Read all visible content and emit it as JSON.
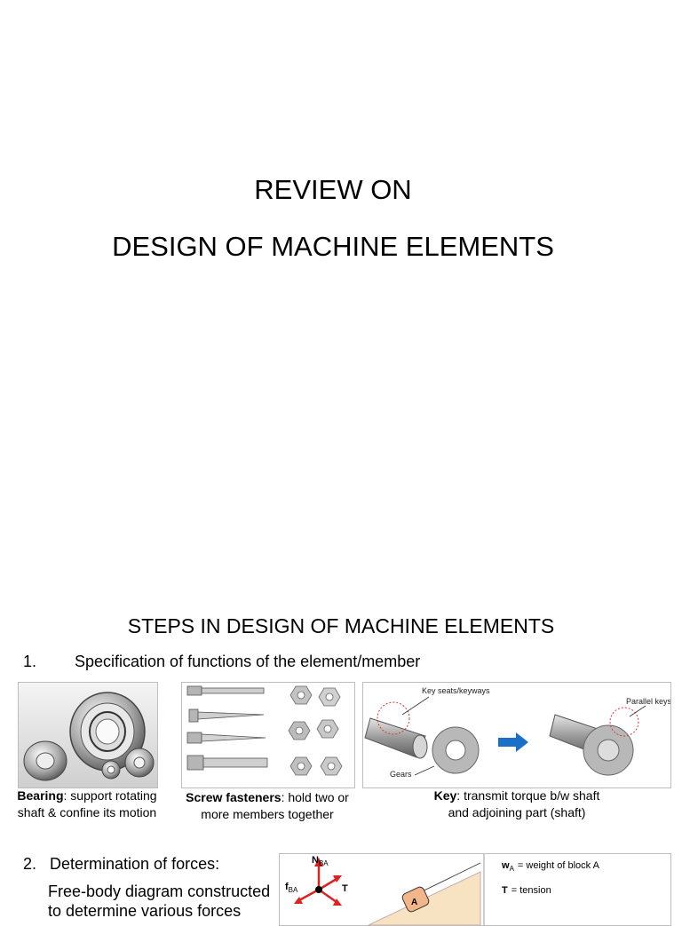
{
  "slide1": {
    "title_line1": "REVIEW ON",
    "title_line2": "DESIGN OF MACHINE ELEMENTS"
  },
  "slide2": {
    "heading": "STEPS IN DESIGN OF MACHINE ELEMENTS",
    "step1": {
      "number": "1.",
      "text": "Specification of functions of the element/member"
    },
    "elements": [
      {
        "name": "Bearing",
        "desc_line1": ": support rotating",
        "desc_line2": "shaft & confine its motion"
      },
      {
        "name": "Screw fasteners",
        "desc_line1": ": hold two or",
        "desc_line2": "more members together"
      },
      {
        "name": "Key",
        "desc_line1": ": transmit torque b/w shaft",
        "desc_line2": "and adjoining part (shaft)"
      }
    ],
    "key_image_labels": {
      "keyseats": "Key seats/keyways",
      "parallel": "Parallel keys",
      "gears": "Gears"
    },
    "step2": {
      "number": "2.",
      "text": "Determination of forces:"
    },
    "fbd_text": "Free-body diagram constructed to determine various forces",
    "fbd_labels": {
      "n": "N",
      "n_sub": "BA",
      "f": "f",
      "f_sub": "BA",
      "t": "T",
      "block": "A"
    },
    "fbd_legend": [
      {
        "sym": "w",
        "sub": "A",
        "text": "= weight of block A"
      },
      {
        "sym": "T",
        "sub": "",
        "text": "= tension"
      }
    ]
  }
}
